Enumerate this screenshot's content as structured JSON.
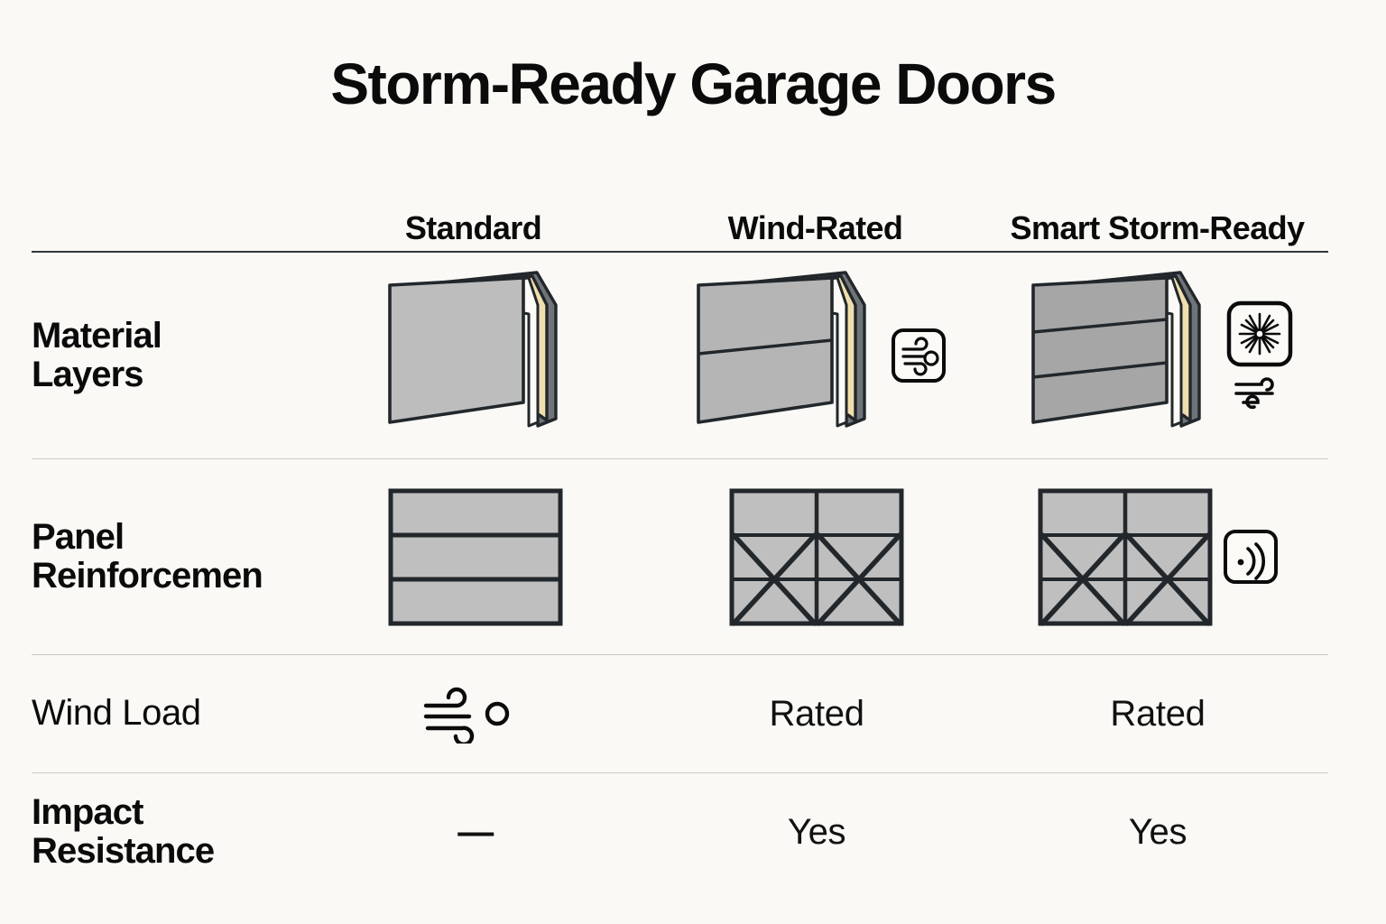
{
  "title": "Storm-Ready Garage Doors",
  "columns": [
    {
      "label": "Standard"
    },
    {
      "label": "Wind-Rated"
    },
    {
      "label": "Smart Storm-Ready"
    }
  ],
  "rows": [
    {
      "label": "Material Layers",
      "kind": "door-slab",
      "cells": [
        {
          "panels": 1,
          "face": "#bdbdbd",
          "badge": null,
          "extra_icon": null
        },
        {
          "panels": 2,
          "face": "#b5b5b5",
          "badge": "wind-gust-icon",
          "extra_icon": null
        },
        {
          "panels": 3,
          "face": "#a6a6a6",
          "badge": "impact-burst-icon",
          "extra_icon": "wind-swirl-icon"
        }
      ]
    },
    {
      "label": "Panel Reinforcemen",
      "kind": "panel-grid",
      "cells": [
        {
          "braced": false,
          "center_mullion": false,
          "badge": null
        },
        {
          "braced": true,
          "center_mullion": true,
          "badge": null
        },
        {
          "braced": true,
          "center_mullion": true,
          "badge": "signal-waves-icon"
        }
      ]
    },
    {
      "label": "Wind Load",
      "label_weight": "light",
      "kind": "value",
      "cells": [
        {
          "icon": "wind-lines-icon",
          "text": ""
        },
        {
          "icon": null,
          "text": "Rated"
        },
        {
          "icon": null,
          "text": "Rated"
        }
      ]
    },
    {
      "label": "Impact Resistance",
      "kind": "value",
      "cells": [
        {
          "icon": null,
          "text": "—"
        },
        {
          "icon": null,
          "text": "Yes"
        },
        {
          "icon": null,
          "text": "Yes"
        }
      ]
    }
  ],
  "colors": {
    "background": "#faf9f6",
    "ink": "#0b0b0b",
    "outline": "#22272b",
    "insulation": "#f0dfae",
    "back_layer": "#6e7478",
    "rule_strong": "#33373a",
    "rule_light": "#c9c9c6",
    "panel_fill": "#bfbfbf"
  }
}
